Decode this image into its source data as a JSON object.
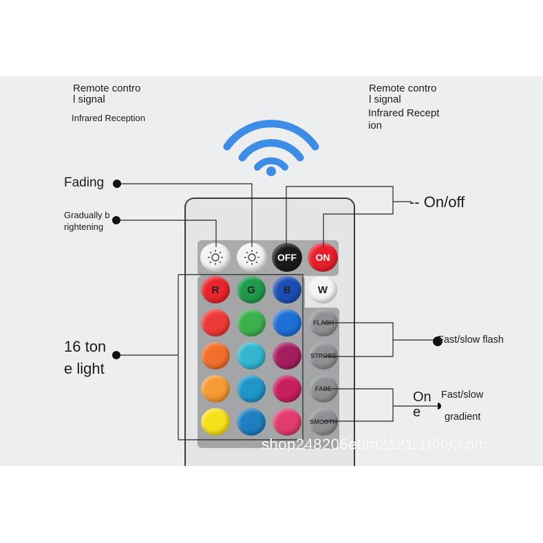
{
  "labels": {
    "remote_left_line1": "Remote contro",
    "remote_left_line2": "l signal",
    "infrared_left": "Infrared Reception",
    "remote_right_line1": "Remote contro",
    "remote_right_line2": "l signal",
    "infrared_right_line1": "Infrared Recept",
    "infrared_right_line2": "ion",
    "fading": "Fading",
    "gradually_line1": "Gradually b",
    "gradually_line2": "rightening",
    "on_off": "-- On/off",
    "tone_line1": "16 ton",
    "tone_line2": "e light",
    "fast_slow_flash": "Fast/slow flash",
    "one_line1": "On",
    "one_line2": "e",
    "fast_slow": "Fast/slow",
    "gradient": "gradient",
    "watermark": "shop248206e0m2121.1688.com"
  },
  "buttons": {
    "off": "OFF",
    "on": "ON",
    "r": "R",
    "g": "G",
    "b": "B",
    "w": "W",
    "flash": "FLASH",
    "strobe": "STROBE",
    "fade": "FADE",
    "smooth": "SMOOTH"
  },
  "colors": {
    "wifi": "#3d8de6",
    "on_button": "#e8202a",
    "off_button": "#1a1a1a",
    "color_grid": [
      [
        "#e8242c",
        "#1f9a4a",
        "#1a4fb5"
      ],
      [
        "#ee3a36",
        "#3db04e",
        "#1f6fd6"
      ],
      [
        "#f0702a",
        "#33b6cf",
        "#a41e5e"
      ],
      [
        "#f59a35",
        "#1f95c8",
        "#c8205f"
      ],
      [
        "#f7e21a",
        "#1c7fbf",
        "#e03d6e"
      ]
    ]
  },
  "icons": {
    "wifi": "wifi-signal-icon",
    "brightness_down": "sun-dim-icon",
    "brightness_up": "sun-bright-icon"
  }
}
